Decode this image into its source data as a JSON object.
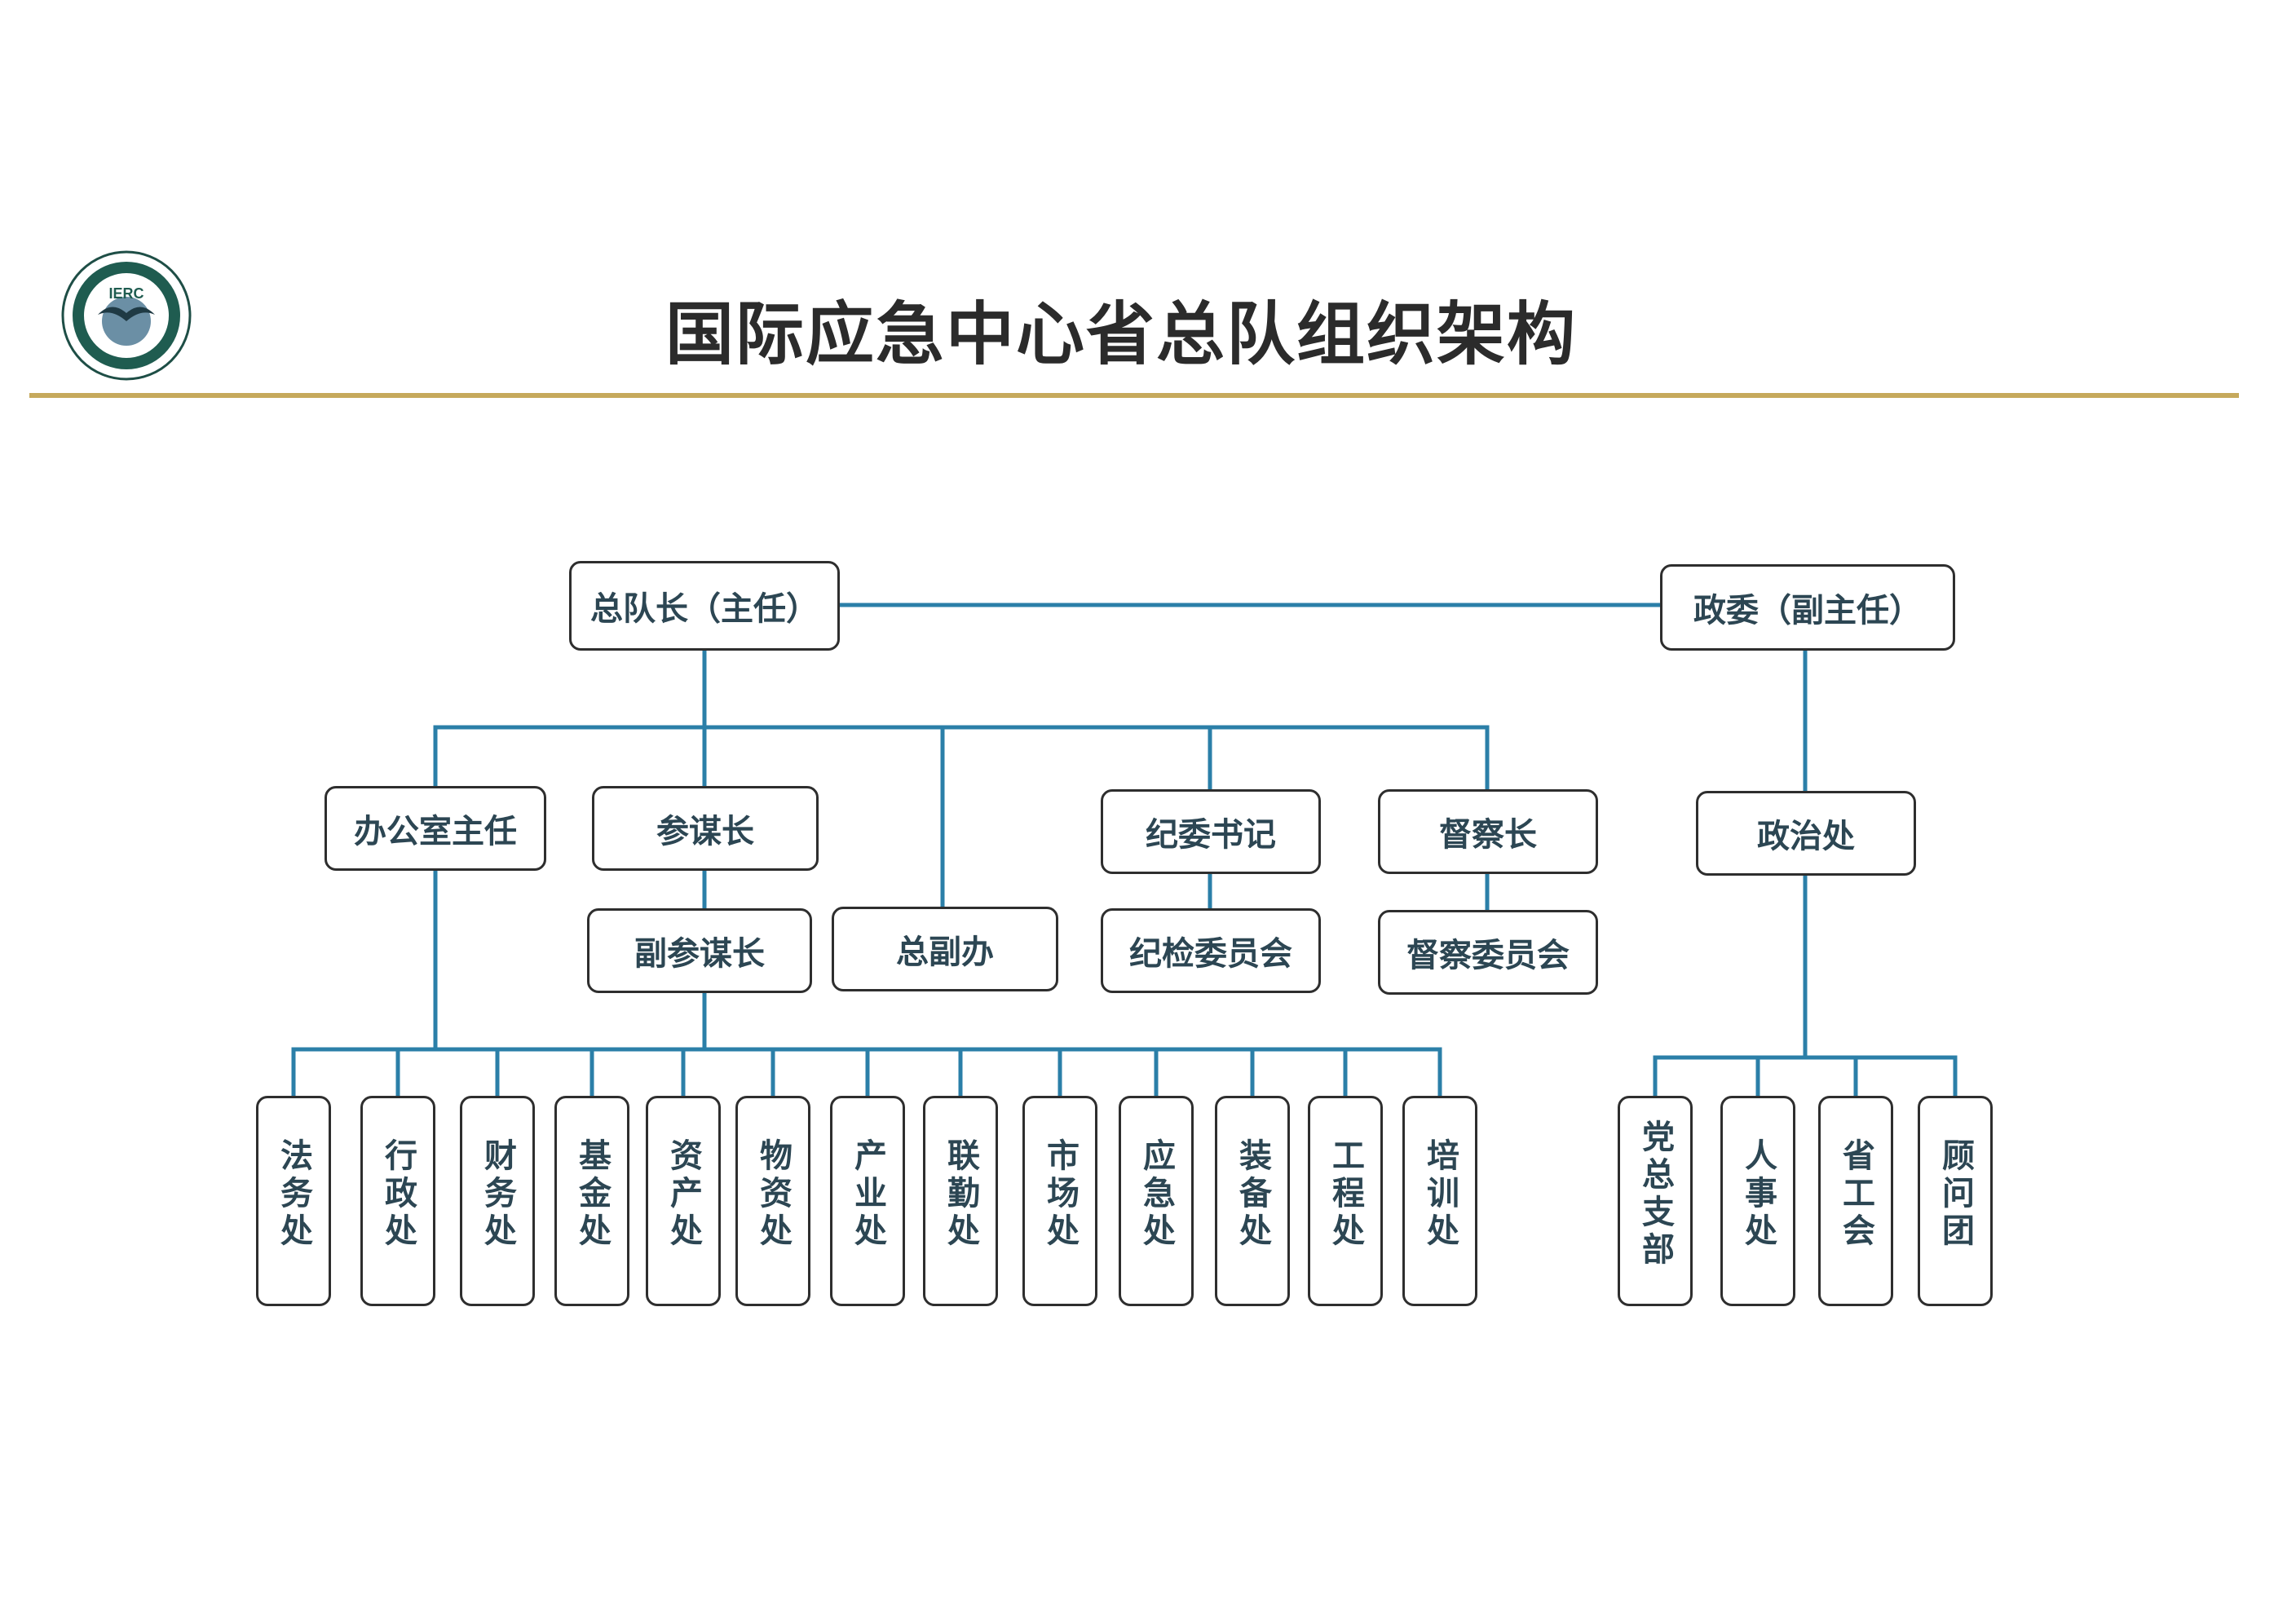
{
  "title": "国际应急中心省总队组织架构",
  "logo": {
    "text": "IERC",
    "icon": "eagle-emblem-icon"
  },
  "colors": {
    "connector": "#2b7fa8",
    "node_text": "#2c4653",
    "header_rule": "#c6a95c",
    "title": "#2b2b2b"
  },
  "org": {
    "commander": "总队长（主任）",
    "commissar": "政委（副主任）",
    "office_director": "办公室主任",
    "chief_of_staff": "参谋长",
    "deputy_chief_of_staff": "副参谋长",
    "general_deputy_office": "总副办",
    "discipline_secretary": "纪委书记",
    "discipline_committee": "纪检委员会",
    "inspector_chief": "督察长",
    "inspection_committee": "督察委员会",
    "political_dept": "政治处",
    "departments": [
      "法务处",
      "行政处",
      "财务处",
      "基金处",
      "资产处",
      "物资处",
      "产业处",
      "联勤处",
      "市场处",
      "应急处",
      "装备处",
      "工程处",
      "培训处"
    ],
    "political_units": [
      "党总支部",
      "人事处",
      "省工会",
      "顾问团"
    ]
  }
}
